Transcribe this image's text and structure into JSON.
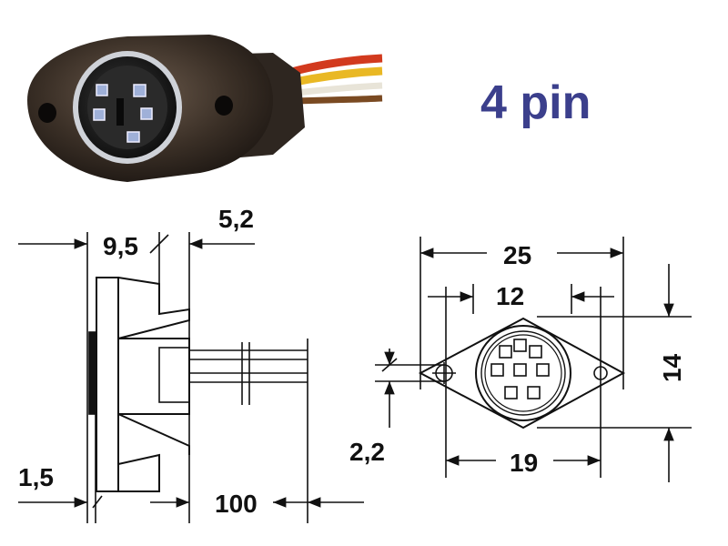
{
  "title": "4 pin",
  "dimensions": {
    "side_overall": "9,5",
    "side_flange": "5,2",
    "side_thickness": "1,5",
    "side_wire_length": "100",
    "front_width": "25",
    "front_hole_spacing": "12",
    "front_height": "14",
    "front_body_width": "19",
    "front_hole_diameter": "2,2"
  },
  "colors": {
    "title": "#3b3f8c",
    "line": "#111111",
    "connector_body": "#3a2f26",
    "wire_red": "#d23a1e",
    "wire_yellow": "#e9b824",
    "wire_white": "#e8e4d8",
    "wire_brown": "#7a4a22"
  }
}
